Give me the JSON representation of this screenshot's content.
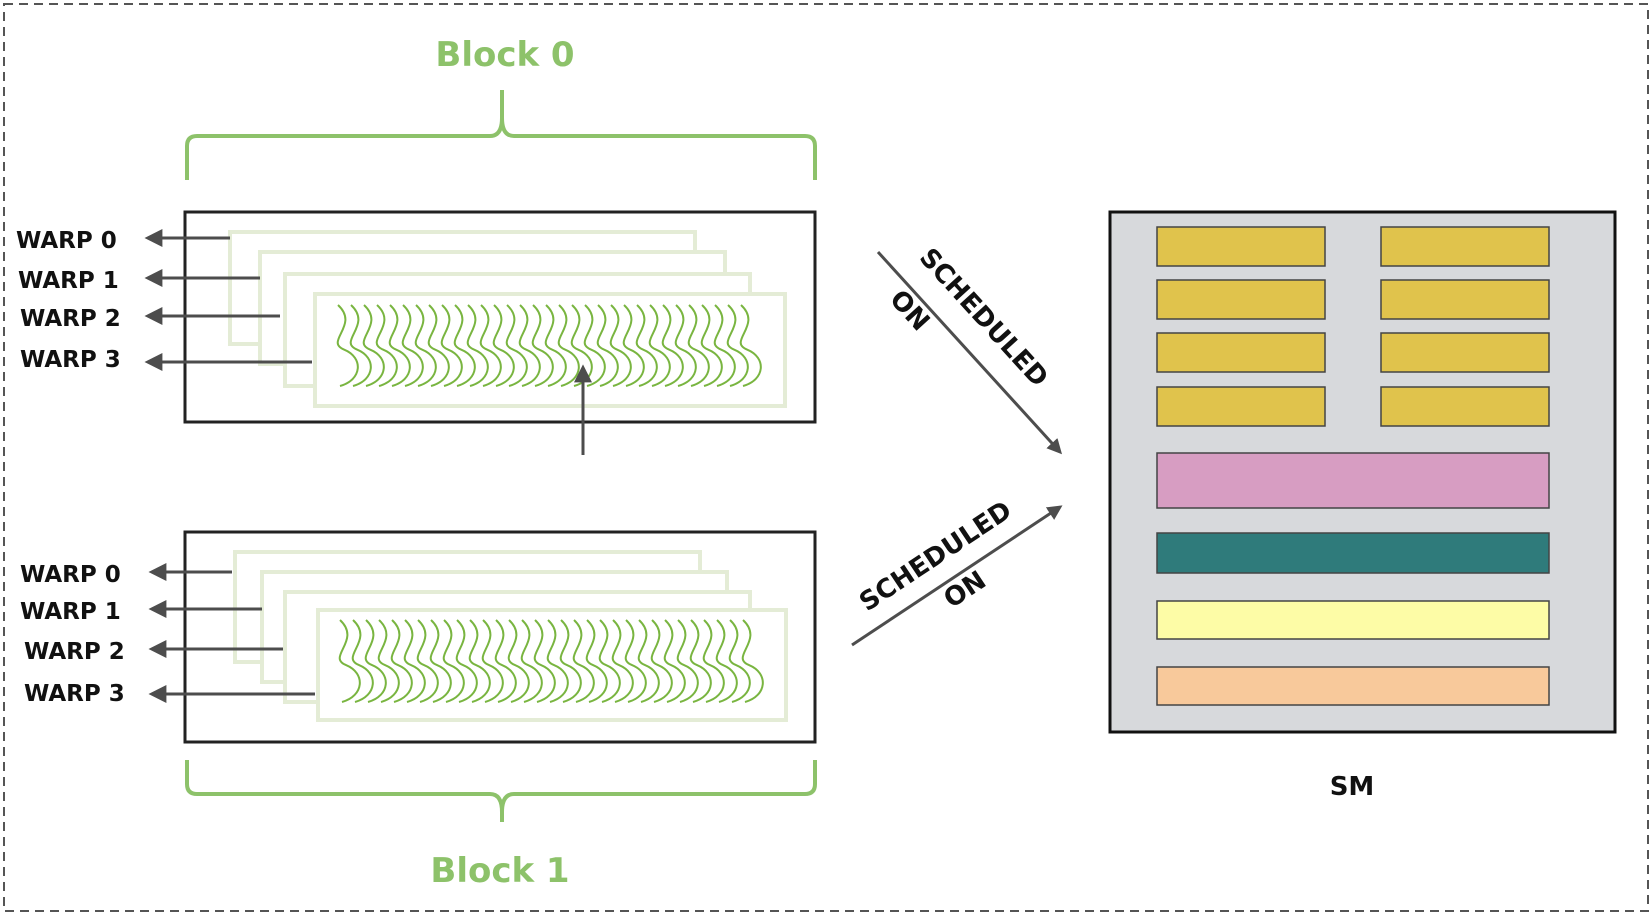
{
  "blocks": [
    {
      "label": "Block 0",
      "warps": [
        "WARP 0",
        "WARP 1",
        "WARP 2",
        "WARP 3"
      ]
    },
    {
      "label": "Block 1",
      "warps": [
        "WARP 0",
        "WARP 1",
        "WARP 2",
        "WARP 3"
      ]
    }
  ],
  "scheduled": {
    "line1": "SCHEDULED",
    "line2": "ON"
  },
  "sm": {
    "label": "SM",
    "colors": {
      "core": "#e0c34c",
      "pink": "#d79dc2",
      "teal": "#2f7b7b",
      "yellow": "#fdfca6",
      "peach": "#f8c99b",
      "background": "#d7d9dc"
    }
  },
  "colors": {
    "accent_green": "#8dc26a",
    "thread_green": "#79b540",
    "arrow": "#4d4d4d"
  }
}
